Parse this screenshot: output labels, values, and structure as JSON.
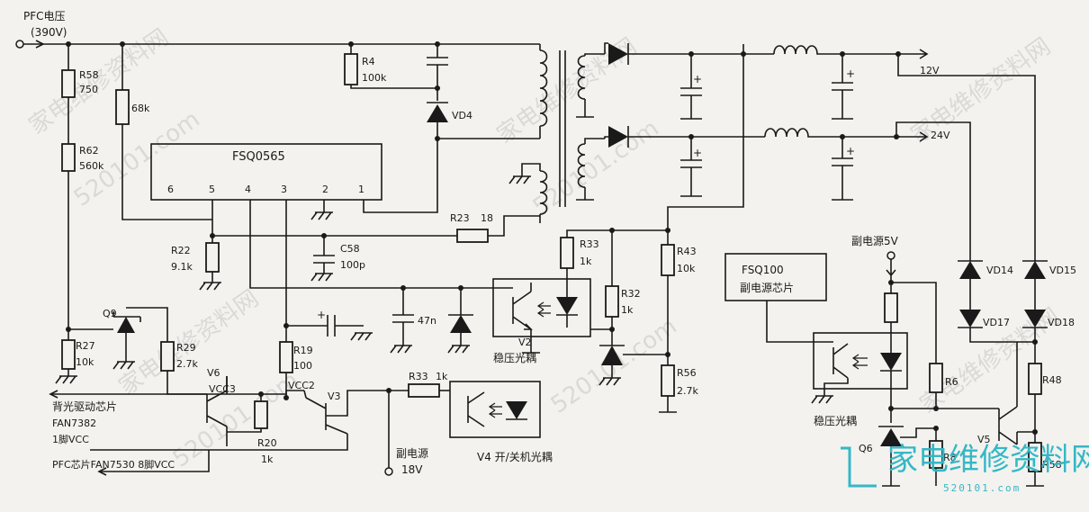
{
  "title": {
    "pfc_voltage": "PFC电压",
    "pfc_value": "(390V)"
  },
  "ic": {
    "name": "FSQ0565",
    "pins": [
      "6",
      "5",
      "4",
      "3",
      "2",
      "1"
    ]
  },
  "resistors": {
    "r58": "R58",
    "r58_val": "750",
    "r62": "R62",
    "r62_val": "560k",
    "r68k": "68k",
    "r4": "R4",
    "r4_val": "100k",
    "r22": "R22",
    "r22_val": "9.1k",
    "r23": "R23",
    "r23_val": "18",
    "r27": "R27",
    "r27_val": "10k",
    "r29": "R29",
    "r29_val": "2.7k",
    "r19": "R19",
    "r19_val": "100",
    "r20": "R20",
    "r20_val": "1k",
    "r33a": "R33",
    "r33a_val": "1k",
    "r33b": "R33",
    "r33b_val": "1k",
    "r32": "R32",
    "r32_val": "1k",
    "r43": "R43",
    "r43_val": "10k",
    "r56": "R56",
    "r56_val": "2.7k",
    "r6": "R6",
    "r8": "R8",
    "r48": "R48",
    "r58b": "R58"
  },
  "capacitors": {
    "c58": "C58",
    "c58_val": "100p",
    "c47n": "47n"
  },
  "diodes": {
    "vd4": "VD4",
    "vd14": "VD14",
    "vd15": "VD15",
    "vd17": "VD17",
    "vd18": "VD18"
  },
  "transistors": {
    "q9": "Q9",
    "v6": "V6",
    "v3": "V3",
    "v5": "V5",
    "q6": "Q6",
    "vcc3": "VCC3",
    "vcc2": "VCC2"
  },
  "optocouplers": {
    "v2": "V2",
    "v2_label": "稳压光耦",
    "v4_label": "V4  开/关机光耦",
    "right_label": "稳压光耦"
  },
  "outputs": {
    "out12": "12V",
    "out24": "24V"
  },
  "notes": {
    "backlight_1": "背光驱动芯片",
    "backlight_2": "FAN7382",
    "backlight_3": "1脚VCC",
    "pfc_chip": "PFC芯片FAN7530  8脚VCC",
    "aux_power": "副电源",
    "aux_18v": "18V",
    "aux5v": "副电源5V",
    "fsq100_1": "FSQ100",
    "fsq100_2": "副电源芯片"
  },
  "watermarks": {
    "wm1": "家电维修资料网",
    "wm2": "520101.com",
    "logo_text": "家电维修资料网",
    "logo_url": "520101.com"
  }
}
